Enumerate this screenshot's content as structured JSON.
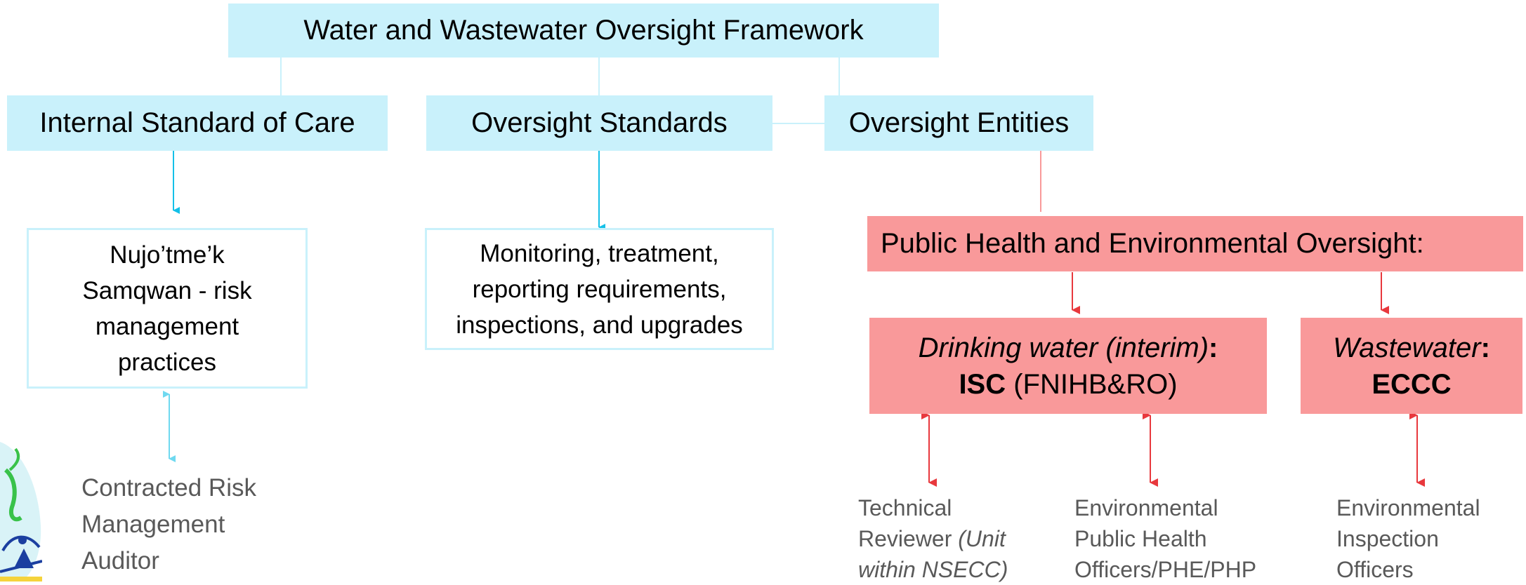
{
  "title": "Water and Wastewater Oversight Framework",
  "branches": {
    "internal": "Internal Standard of Care",
    "standards": "Oversight Standards",
    "entities": "Oversight Entities"
  },
  "internal_detail": "Nujo’tme’k Samqwan - risk management practices",
  "standards_detail": "Monitoring, treatment, reporting requirements, inspections, and upgrades",
  "auditor": "Contracted Risk Management Auditor",
  "public_health": "Public Health and Environmental Oversight:",
  "drinking": {
    "label": "Drinking water (interim)",
    "colon": ":",
    "org": "ISC",
    "org_detail": " (FNIHB&RO)"
  },
  "wastewater": {
    "label": "Wastewater",
    "colon": ":",
    "org": "ECCC"
  },
  "tech_reviewer": {
    "text": "Technical Reviewer ",
    "italic": "(Unit within NSECC)"
  },
  "ephos": "Environmental Public Health Officers/PHE/PHP",
  "eio": "Environmental Inspection Officers",
  "colors": {
    "teal": "#c9f1fb",
    "arrow_blue": "#14c0e8",
    "arrow_light": "#6fd9f0",
    "red_box": "#f9999a",
    "red_arrow": "#e8383d"
  }
}
